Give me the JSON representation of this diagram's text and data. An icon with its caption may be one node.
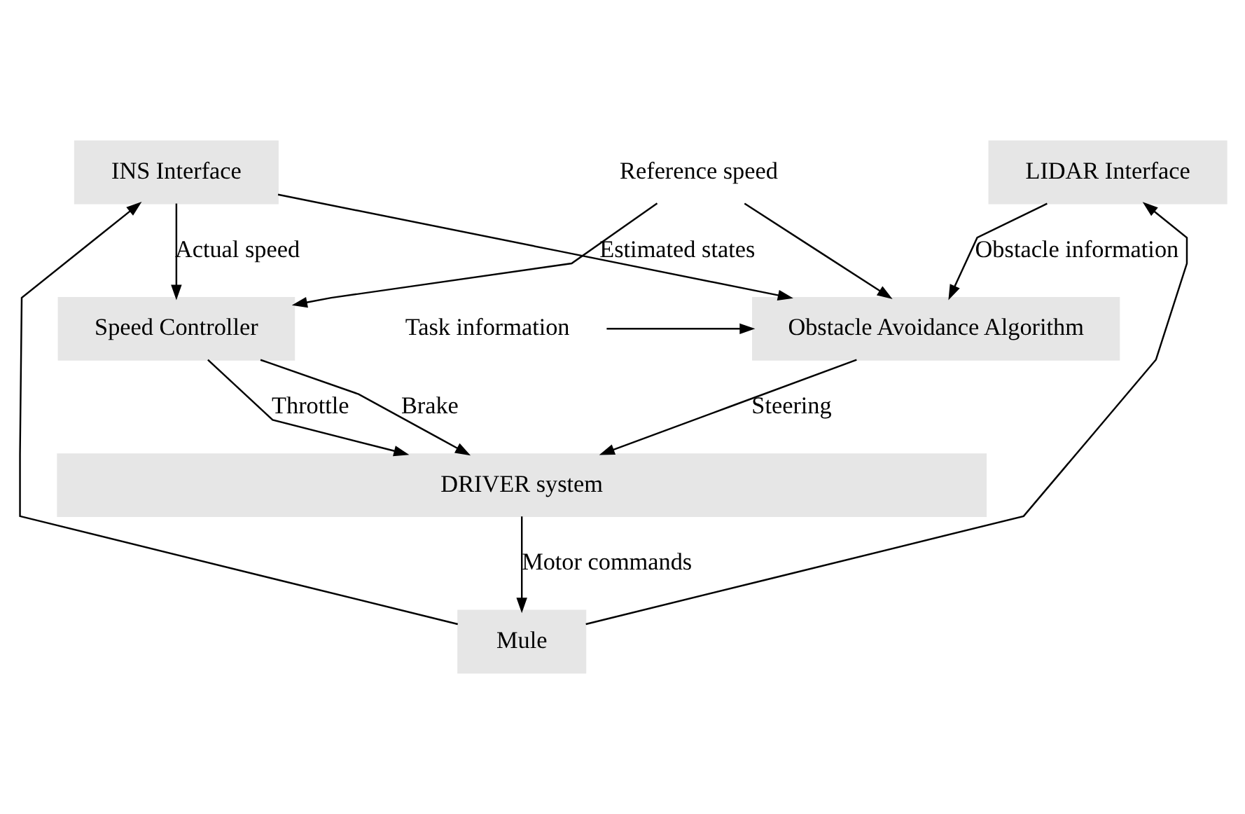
{
  "diagram": {
    "nodes": [
      {
        "text": [
          "INS Interface"
        ]
      },
      {
        "text": [
          "LIDAR Interface"
        ]
      },
      {
        "text": [
          "Reference speed"
        ]
      },
      {
        "text": [
          "Speed Controller"
        ]
      },
      {
        "text": [
          "Obstacle Avoidance Algorithm"
        ]
      },
      {
        "text": [
          "Task information"
        ]
      },
      {
        "text": [
          "DRIVER system"
        ]
      },
      {
        "text": [
          "Mule"
        ]
      }
    ],
    "edges": [
      {
        "from": 0,
        "to": 4,
        "arrow": "to",
        "label": "Estimated states"
      },
      {
        "from": 0,
        "to": 3,
        "arrow": "to",
        "label": "Actual speed"
      },
      {
        "from": 1,
        "to": 4,
        "arrow": "to",
        "label": "Obstacle information"
      },
      {
        "from": 2,
        "to": 3,
        "arrow": "to"
      },
      {
        "from": 2,
        "to": 4,
        "arrow": "to"
      },
      {
        "from": 5,
        "to": 4,
        "arrow": "to"
      },
      {
        "from": 3,
        "to": 6,
        "arrow": "to",
        "label": "Throttle"
      },
      {
        "from": 3,
        "to": 6,
        "arrow": "to",
        "label": "Brake"
      },
      {
        "from": 4,
        "to": 6,
        "arrow": "to",
        "label": "Steering"
      },
      {
        "from": 6,
        "to": 7,
        "arrow": "to",
        "label": "Motor commands"
      },
      {
        "from": 7,
        "to": 0,
        "arrow": "to"
      },
      {
        "from": 7,
        "to": 1,
        "arrow": "to"
      }
    ]
  }
}
